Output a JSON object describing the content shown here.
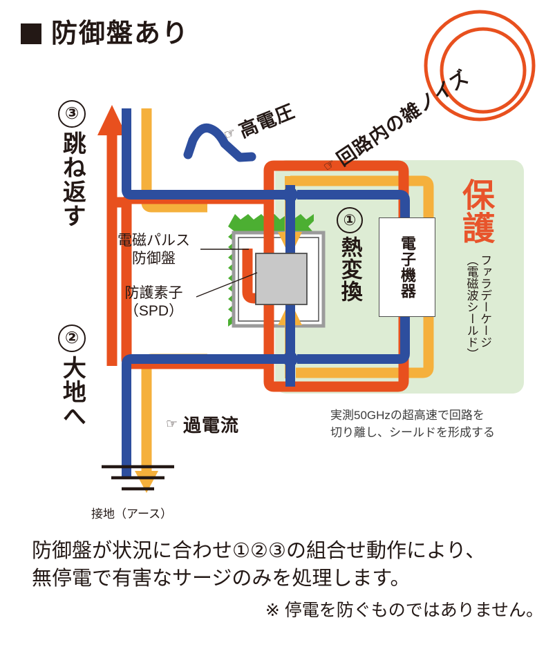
{
  "header": {
    "bullet": "■",
    "title": "防御盤あり"
  },
  "steps": {
    "three": {
      "num": "③",
      "label": "跳ね返す"
    },
    "two": {
      "num": "②",
      "label": "大地へ"
    },
    "one": {
      "num": "①",
      "label": "熱変換"
    }
  },
  "callouts": {
    "high_voltage": {
      "hand": "☞",
      "text": "高電圧"
    },
    "circuit_noise": {
      "hand": "☞",
      "text": "回路内の雑ノイズ"
    },
    "overcurrent": {
      "hand": "☞",
      "text": "過電流"
    }
  },
  "leaders": {
    "panel": "電磁パルス\n防御盤",
    "panel_line1": "電磁パルス",
    "panel_line2": "防御盤",
    "spd_line1": "防護素子",
    "spd_line2": "（SPD）"
  },
  "protection": {
    "title": "保護",
    "faraday": "ファラデーケージ\n（電磁波シールド）",
    "faraday_line1": "ファラデーケージ",
    "faraday_line2": "（電磁波シールド）",
    "device": "電子機器",
    "note_line1": "実測50GHzの超高速で回路を",
    "note_line2": "切り離し、シールドを形成する"
  },
  "ground": {
    "caption": "接地（アース）"
  },
  "footer": {
    "line1": "防御盤が状況に合わせ①②③の組合せ動作により、",
    "line2": "無停電で有害なサージのみを処理します。",
    "note": "※ 停電を防ぐものではありません。"
  },
  "colors": {
    "orange": "#E8501E",
    "blue": "#2D4E9E",
    "amber": "#F5B03C",
    "green_panel": "#DDECD4",
    "green_aura": "#4CAF32",
    "gray_box": "#C8C8C8",
    "ink": "#231815",
    "protect_orange": "#E8542B"
  }
}
